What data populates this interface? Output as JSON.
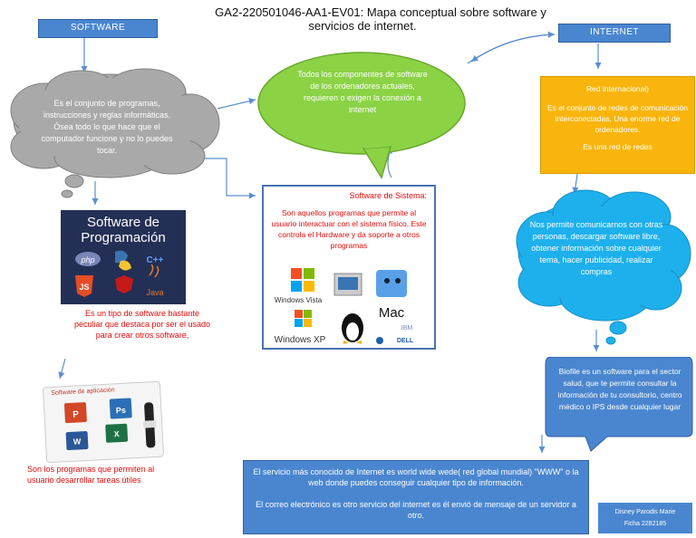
{
  "title": {
    "line1": "GA2-220501046-AA1-EV01: Mapa conceptual sobre software y",
    "line2": "servicios de internet."
  },
  "software_header": "SOFTWARE",
  "internet_header": "INTERNET",
  "software_cloud": "Es el conjunto de programas, instrucciones y reglas informáticas. Ósea todo lo que hace que el computador funcione y no lo puedes tocar.",
  "green_bubble": "Todos los componentes de software de los ordenadores actuales, requieren o exigen la conexión a internet",
  "system_software": {
    "title": "Software de Sistema:",
    "text": "Son aquellos programas que permite al usuario interactuar con el sistema físico. Este controla el Hardware y da soporte a otros programas",
    "logos": [
      "Windows Vista",
      "Windows XP",
      "Mac",
      "IBM",
      "DELL"
    ]
  },
  "programming_software": {
    "image_title_1": "Software de",
    "image_title_2": "Programación",
    "logos": [
      "php",
      "C++",
      "Java"
    ],
    "text": "Es un tipo de software bastante peculiar que destaca por ser el usado para crear otros software,"
  },
  "application_software": {
    "image_title": "Software de aplicación",
    "text": "Son los programas que  permiten al usuario desarrollar tareas útiles"
  },
  "internet_box": {
    "line1": "Red internacional)",
    "line2": "Es el conjunto de redes de comunicación interconectadas, Una enorme red de ordenadores.",
    "line3": "Es una red de redes"
  },
  "internet_cloud": "Nos permite comunicarnos con otras personas, descargar software libre, obtener información sobre cualquier tema, hacer publicidad, realizar compras",
  "biofile_callout": "Biofile es un software para el sector salud, que te permite consultar la información de tu consultorio, centro médico o IPS desde cualquier lugar",
  "bottom_box": {
    "p1": "El servicio más conocido  de Internet es world wide wede( red global mundial) \"WWW\" o la web donde puedes conseguir cualquier tipo de información.",
    "p2": "El correo electrónico es otro servicio del internet es él envió de mensaje de un servidor a otro."
  },
  "signature": {
    "name": "Disney Parodis Marie",
    "ficha": "Ficha  2282185"
  },
  "colors": {
    "blue": "#4a86d0",
    "green": "#8bd245",
    "yellow": "#f9b50d",
    "cyan_cloud": "#1db0ec",
    "gray_cloud": "#a9a9a9",
    "red_text": "#e10c0c"
  }
}
